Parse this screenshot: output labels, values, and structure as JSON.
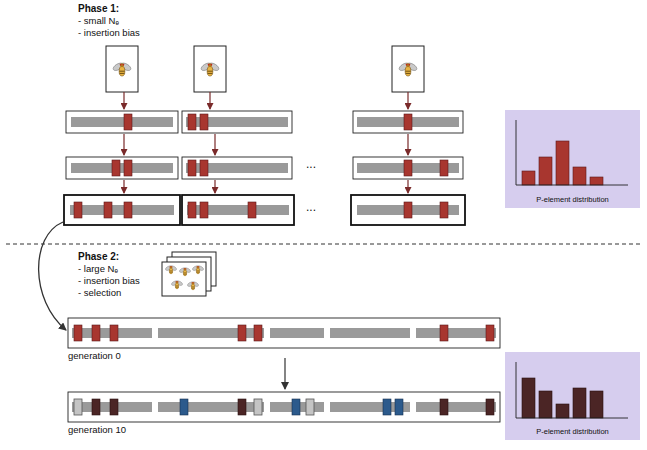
{
  "diagram": {
    "nodes": [
      {
        "text": [
          "P-element distribution"
        ]
      },
      {
        "text": [
          "P-element distribution"
        ]
      }
    ],
    "labels": [
      "Phase 1:",
      "- small Nₑ",
      "- insertion bias",
      "...",
      "...",
      "Phase 2:",
      "- large Nₑ",
      "- insertion bias",
      "- selection",
      "generation 0",
      "generation 10"
    ]
  }
}
